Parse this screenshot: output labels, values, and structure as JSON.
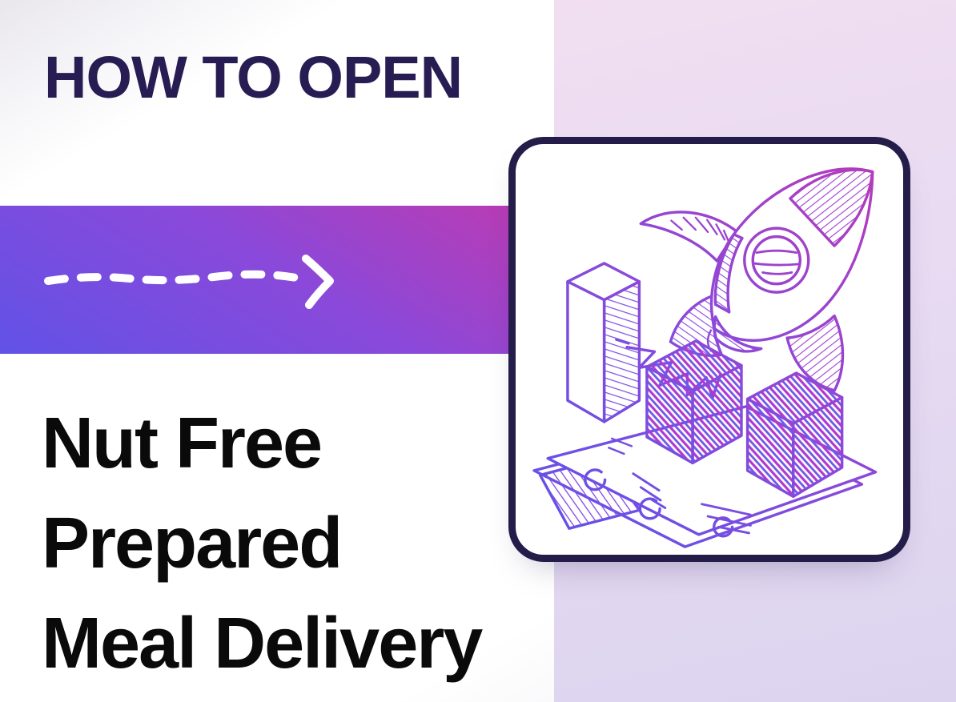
{
  "header": {
    "eyebrow": "HOW TO OPEN"
  },
  "headline": {
    "lines": [
      "Nut Free",
      "Prepared",
      "Meal Delivery"
    ]
  },
  "icons": {
    "arrow": "dashed-arrow-right-icon",
    "illustration": "rocket-launch-bar-chart-illustration"
  },
  "colors": {
    "eyebrow_text": "#271d53",
    "headline_text": "#0a0a0a",
    "band_gradient_from": "#6152e6",
    "band_gradient_to": "#b93cb4",
    "arrow": "#ffffff",
    "card_border": "#241d49",
    "card_background": "#ffffff",
    "illustration_stroke_from": "#6253e8",
    "illustration_stroke_to": "#b93ab8",
    "panel_right_from": "#f1def1",
    "panel_right_to": "#dcd4ef"
  }
}
